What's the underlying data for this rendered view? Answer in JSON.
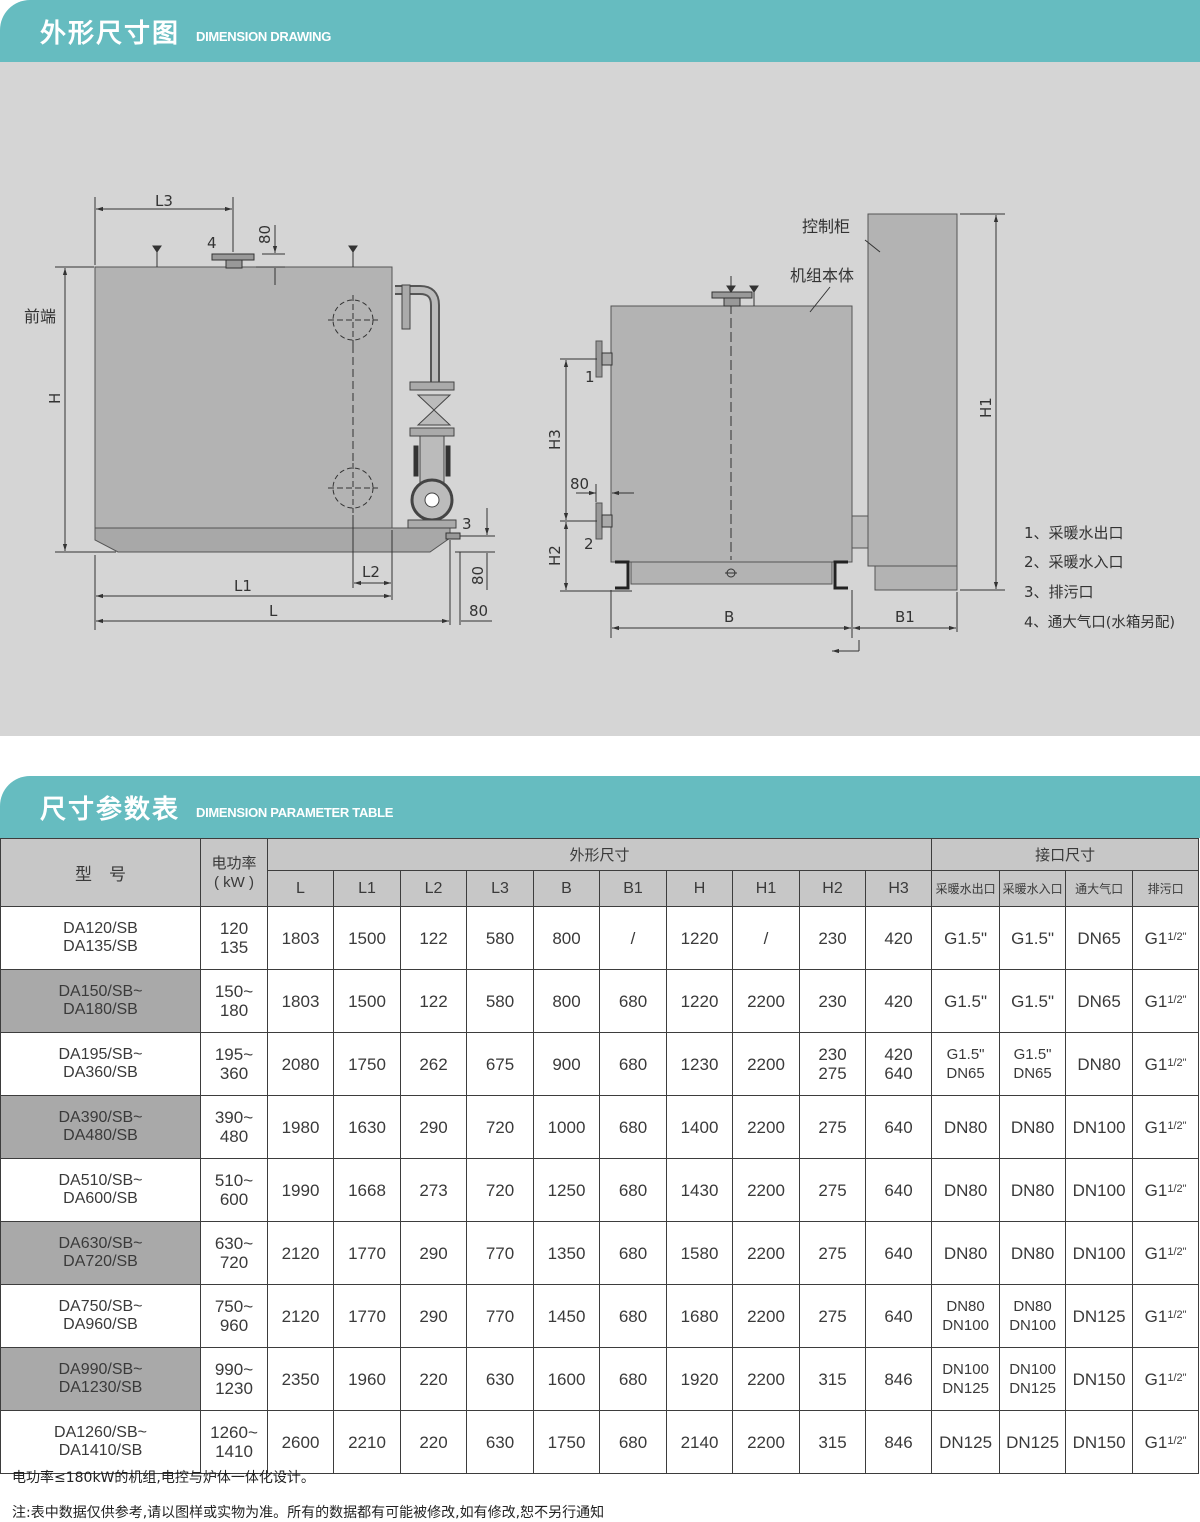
{
  "section1": {
    "title_cn": "外形尺寸图",
    "title_en": "DIMENSION DRAWING"
  },
  "section2": {
    "title_cn": "尺寸参数表",
    "title_en": "DIMENSION PARAMETER TABLE"
  },
  "drawing": {
    "left_view": {
      "front_label": "前端",
      "dims": {
        "L3": "L3",
        "d80_top": "80",
        "num4": "4",
        "H": "H",
        "num3": "3",
        "L2": "L2",
        "L1": "L1",
        "d80_right": "80",
        "L": "L",
        "d80_bottom": "80"
      }
    },
    "right_view": {
      "cabinet_label": "控制柜",
      "body_label": "机组本体",
      "dims": {
        "num1": "1",
        "num2": "2",
        "H3": "H3",
        "H2": "H2",
        "d80": "80",
        "B": "B",
        "B1": "B1",
        "H1": "H1"
      }
    },
    "legend": [
      "1、采暖水出口",
      "2、采暖水入口",
      "3、排污口",
      "4、通大气口(水箱另配)"
    ]
  },
  "table": {
    "head": {
      "model": "型　号",
      "power": "电功率\n( kW )",
      "outer": "外形尺寸",
      "ports": "接口尺寸",
      "dims": [
        "L",
        "L1",
        "L2",
        "L3",
        "B",
        "B1",
        "H",
        "H1",
        "H2",
        "H3"
      ],
      "port_cols": [
        "采暖水出口",
        "采暖水入口",
        "通大气口",
        "排污口"
      ]
    },
    "rows": [
      {
        "model": "DA120/SB\nDA135/SB",
        "power": "120\n135",
        "vals": [
          "1803",
          "1500",
          "122",
          "580",
          "800",
          "/",
          "1220",
          "/",
          "230",
          "420"
        ],
        "ports": [
          "G1.5\"",
          "G1.5\"",
          "DN65",
          "G1"
        ]
      },
      {
        "model": "DA150/SB~\nDA180/SB",
        "power": "150~\n180",
        "vals": [
          "1803",
          "1500",
          "122",
          "580",
          "800",
          "680",
          "1220",
          "2200",
          "230",
          "420"
        ],
        "ports": [
          "G1.5\"",
          "G1.5\"",
          "DN65",
          "G1"
        ]
      },
      {
        "model": "DA195/SB~\nDA360/SB",
        "power": "195~\n360",
        "vals": [
          "2080",
          "1750",
          "262",
          "675",
          "900",
          "680",
          "1230",
          "2200",
          "230\n275",
          "420\n640"
        ],
        "ports": [
          "G1.5\"\nDN65",
          "G1.5\"\nDN65",
          "DN80",
          "G1"
        ]
      },
      {
        "model": "DA390/SB~\nDA480/SB",
        "power": "390~\n480",
        "vals": [
          "1980",
          "1630",
          "290",
          "720",
          "1000",
          "680",
          "1400",
          "2200",
          "275",
          "640"
        ],
        "ports": [
          "DN80",
          "DN80",
          "DN100",
          "G1"
        ]
      },
      {
        "model": "DA510/SB~\nDA600/SB",
        "power": "510~\n600",
        "vals": [
          "1990",
          "1668",
          "273",
          "720",
          "1250",
          "680",
          "1430",
          "2200",
          "275",
          "640"
        ],
        "ports": [
          "DN80",
          "DN80",
          "DN100",
          "G1"
        ]
      },
      {
        "model": "DA630/SB~\nDA720/SB",
        "power": "630~\n720",
        "vals": [
          "2120",
          "1770",
          "290",
          "770",
          "1350",
          "680",
          "1580",
          "2200",
          "275",
          "640"
        ],
        "ports": [
          "DN80",
          "DN80",
          "DN100",
          "G1"
        ]
      },
      {
        "model": "DA750/SB~\nDA960/SB",
        "power": "750~\n960",
        "vals": [
          "2120",
          "1770",
          "290",
          "770",
          "1450",
          "680",
          "1680",
          "2200",
          "275",
          "640"
        ],
        "ports": [
          "DN80\nDN100",
          "DN80\nDN100",
          "DN125",
          "G1"
        ]
      },
      {
        "model": "DA990/SB~\nDA1230/SB",
        "power": "990~\n1230",
        "vals": [
          "2350",
          "1960",
          "220",
          "630",
          "1600",
          "680",
          "1920",
          "2200",
          "315",
          "846"
        ],
        "ports": [
          "DN100\nDN125",
          "DN100\nDN125",
          "DN150",
          "G1"
        ]
      },
      {
        "model": "DA1260/SB~\nDA1410/SB",
        "power": "1260~\n1410",
        "vals": [
          "2600",
          "2210",
          "220",
          "630",
          "1750",
          "680",
          "2140",
          "2200",
          "315",
          "846"
        ],
        "ports": [
          "DN125",
          "DN125",
          "DN150",
          "G1"
        ]
      }
    ],
    "drain_fraction": "1/2\""
  },
  "notes": [
    "电功率≤180kW的机组,电控与炉体一体化设计。",
    "注:表中数据仅供参考,请以图样或实物为准。所有的数据都有可能被修改,如有修改,恕不另行通知"
  ]
}
